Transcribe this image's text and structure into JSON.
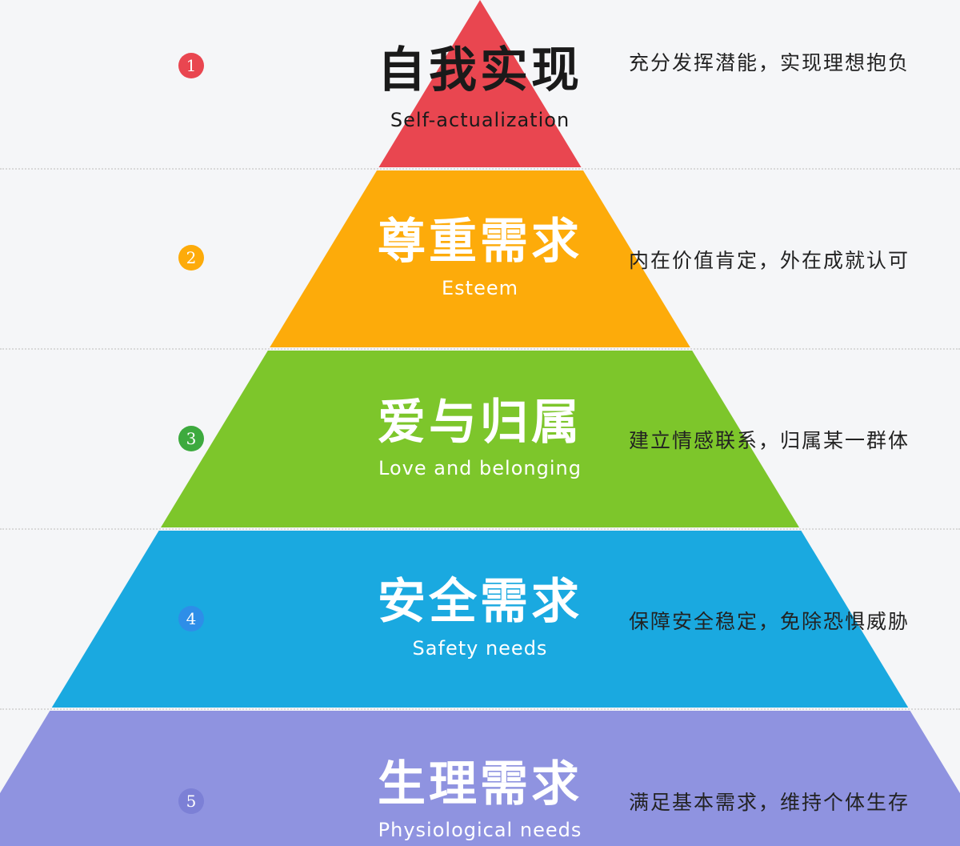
{
  "levels": [
    {
      "number": "1",
      "title": "自我实现",
      "subtitle": "Self-actualization",
      "description": "充分发挥潜能，实现理想抱负",
      "color": "#e94650",
      "badge_color": "#e94650",
      "title_color": "#1a1a1a",
      "subtitle_color": "#1a1a1a"
    },
    {
      "number": "2",
      "title": "尊重需求",
      "subtitle": "Esteem",
      "description": "内在价值肯定，外在成就认可",
      "color": "#fdab0a",
      "badge_color": "#fdab0a",
      "title_color": "#ffffff",
      "subtitle_color": "#ffffff"
    },
    {
      "number": "3",
      "title": "爱与归属",
      "subtitle": "Love and belonging",
      "description": "建立情感联系，归属某一群体",
      "color": "#7dc62b",
      "badge_color": "#3daa3e",
      "title_color": "#ffffff",
      "subtitle_color": "#ffffff"
    },
    {
      "number": "4",
      "title": "安全需求",
      "subtitle": "Safety needs",
      "description": "保障安全稳定，免除恐惧威胁",
      "color": "#1aa9e0",
      "badge_color": "#2e8ee8",
      "title_color": "#ffffff",
      "subtitle_color": "#ffffff"
    },
    {
      "number": "5",
      "title": "生理需求",
      "subtitle": "Physiological needs",
      "description": "满足基本需求，维持个体生存",
      "color": "#8f93e0",
      "badge_color": "#7c80d6",
      "title_color": "#ffffff",
      "subtitle_color": "#ffffff"
    }
  ]
}
